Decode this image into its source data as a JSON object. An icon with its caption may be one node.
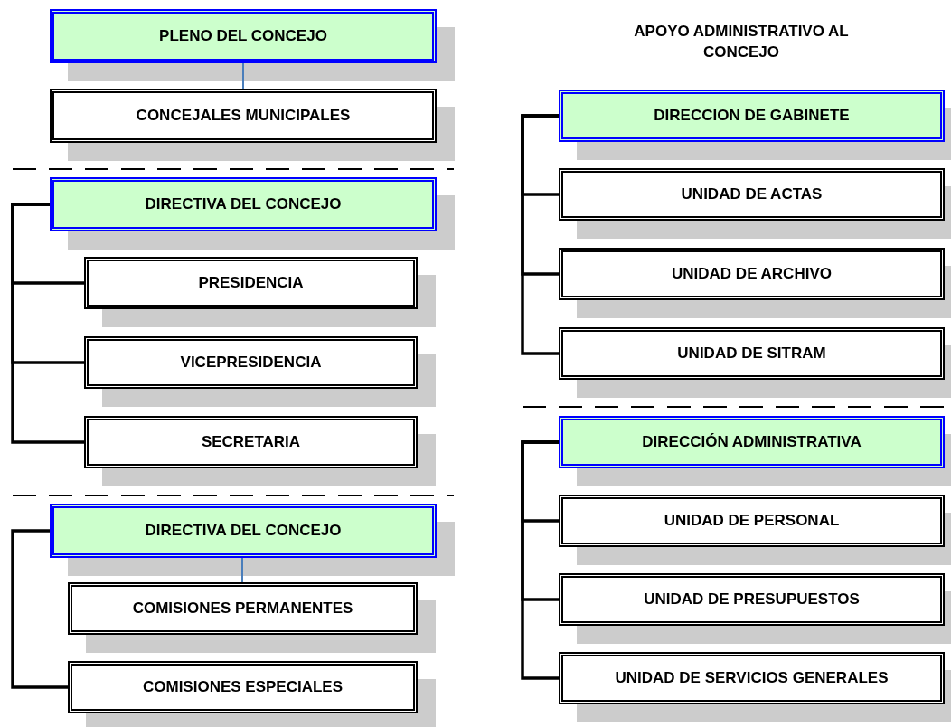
{
  "diagram": {
    "nodes": [
      {
        "text": [
          "PLENO DEL CONCEJO"
        ]
      },
      {
        "text": [
          "CONCEJALES MUNICIPALES"
        ]
      },
      {
        "text": [
          "DIRECTIVA DEL CONCEJO"
        ]
      },
      {
        "text": [
          "PRESIDENCIA"
        ]
      },
      {
        "text": [
          "VICEPRESIDENCIA"
        ]
      },
      {
        "text": [
          "SECRETARIA"
        ]
      },
      {
        "text": [
          "DIRECTIVA DEL CONCEJO"
        ]
      },
      {
        "text": [
          "COMISIONES PERMANENTES"
        ]
      },
      {
        "text": [
          "COMISIONES ESPECIALES"
        ]
      },
      {
        "text": [
          "DIRECCION DE GABINETE"
        ]
      },
      {
        "text": [
          "UNIDAD DE ACTAS"
        ]
      },
      {
        "text": [
          "UNIDAD DE ARCHIVO"
        ]
      },
      {
        "text": [
          "UNIDAD DE SITRAM"
        ]
      },
      {
        "text": [
          "DIRECCIÓN ADMINISTRATIVA"
        ]
      },
      {
        "text": [
          "UNIDAD DE PERSONAL"
        ]
      },
      {
        "text": [
          "UNIDAD DE PRESUPUESTOS"
        ]
      },
      {
        "text": [
          "UNIDAD DE SERVICIOS GENERALES"
        ]
      }
    ],
    "edges": [
      {
        "from": 0,
        "to": 1,
        "arrow": "none",
        "color": "#4a7ebb"
      },
      {
        "from": 2,
        "to": 3,
        "arrow": "none"
      },
      {
        "from": 2,
        "to": 4,
        "arrow": "none"
      },
      {
        "from": 2,
        "to": 5,
        "arrow": "none"
      },
      {
        "from": 6,
        "to": 7,
        "arrow": "none",
        "color": "#4a7ebb"
      },
      {
        "from": 6,
        "to": 8,
        "arrow": "none"
      },
      {
        "from": 9,
        "to": 10,
        "arrow": "none"
      },
      {
        "from": 9,
        "to": 11,
        "arrow": "none"
      },
      {
        "from": 9,
        "to": 12,
        "arrow": "none"
      },
      {
        "from": 13,
        "to": 14,
        "arrow": "none"
      },
      {
        "from": 13,
        "to": 15,
        "arrow": "none"
      },
      {
        "from": 13,
        "to": 16,
        "arrow": "none"
      }
    ],
    "labels": [
      "APOYO ADMINISTRATIVO AL CONCEJO"
    ]
  }
}
